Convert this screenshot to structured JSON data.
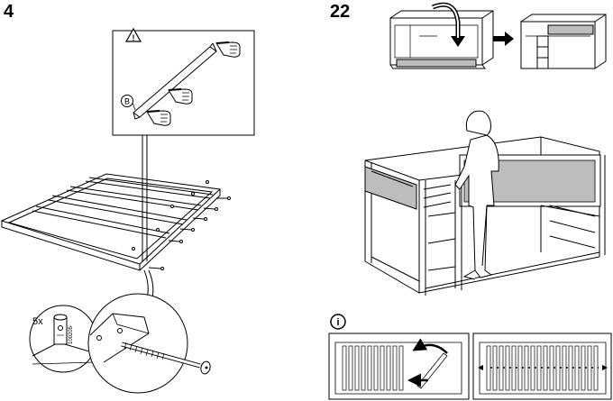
{
  "steps": {
    "left": {
      "number": "4"
    },
    "right": {
      "number": "22"
    }
  },
  "callouts": {
    "warning_symbol": "!",
    "part_label": "B",
    "quantity": "5x",
    "part_code": "100205",
    "info_symbol": "i"
  },
  "icons": [
    "warning-triangle-icon",
    "pointing-hand-icon",
    "info-circle-icon",
    "rotate-arrow-icon"
  ],
  "colors": {
    "line": "#000000",
    "panel_fill": "#bdbdbd",
    "background": "#ffffff"
  }
}
